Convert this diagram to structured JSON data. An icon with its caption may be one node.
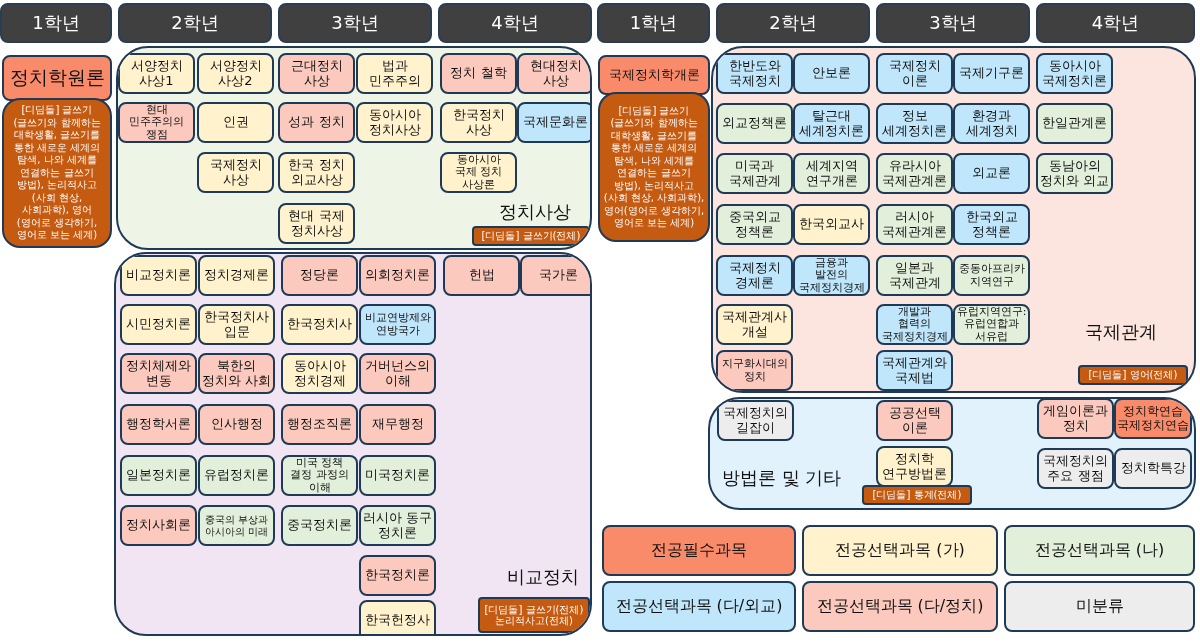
{
  "diagram": {
    "nodes": [
      {
        "text": [
          "1학년"
        ]
      },
      {
        "text": [
          "2학년"
        ]
      },
      {
        "text": [
          "3학년"
        ]
      },
      {
        "text": [
          "4학년"
        ]
      },
      {
        "text": [
          "1학년"
        ]
      },
      {
        "text": [
          "2학년"
        ]
      },
      {
        "text": [
          "3학년"
        ]
      },
      {
        "text": [
          "4학년"
        ]
      },
      {
        "text": [
          "정치학원론"
        ]
      },
      {
        "text": [
          "[디딤돌] 글쓰기(글쓰기와 함께하는 대학생활, 글쓰기를 통한 새로운 세계의 탐색, 나와 세계를 연결하는 글쓰기 방법), 논리적사고(사회 현상, 사회과학), 영어(영어로 생각하기, 영어로 보는 세계)"
        ]
      },
      {
        "text": [
          "정치사상"
        ]
      },
      {
        "text": [
          "서양정치 사상1"
        ],
        "in": 10
      },
      {
        "text": [
          "서양정치 사상2"
        ],
        "in": 10
      },
      {
        "text": [
          "근대정치 사상"
        ],
        "in": 10
      },
      {
        "text": [
          "법과 민주주의"
        ],
        "in": 10
      },
      {
        "text": [
          "정치 철학"
        ],
        "in": 10
      },
      {
        "text": [
          "현대정치 사상"
        ],
        "in": 10
      },
      {
        "text": [
          "현대 민주주의의 쟁점"
        ],
        "in": 10
      },
      {
        "text": [
          "인권"
        ],
        "in": 10
      },
      {
        "text": [
          "성과 정치"
        ],
        "in": 10
      },
      {
        "text": [
          "동아시아 정치사상"
        ],
        "in": 10
      },
      {
        "text": [
          "한국정치 사상"
        ],
        "in": 10
      },
      {
        "text": [
          "국제문화론"
        ],
        "in": 10
      },
      {
        "text": [
          "국제정치 사상"
        ],
        "in": 10
      },
      {
        "text": [
          "한국 정치 외교사상"
        ],
        "in": 10
      },
      {
        "text": [
          "동아시아 국제 정치 사상론"
        ],
        "in": 10
      },
      {
        "text": [
          "현대 국제 정치사상"
        ],
        "in": 10
      },
      {
        "text": [
          "[디딤돌] 글쓰기(전체)"
        ],
        "in": 10
      },
      {
        "text": [
          "비교정치"
        ]
      },
      {
        "text": [
          "비교정치론"
        ],
        "in": 28
      },
      {
        "text": [
          "정치경제론"
        ],
        "in": 28
      },
      {
        "text": [
          "정당론"
        ],
        "in": 28
      },
      {
        "text": [
          "의회정치론"
        ],
        "in": 28
      },
      {
        "text": [
          "헌법"
        ],
        "in": 28
      },
      {
        "text": [
          "국가론"
        ],
        "in": 28
      },
      {
        "text": [
          "시민정치론"
        ],
        "in": 28
      },
      {
        "text": [
          "한국정치사 입문"
        ],
        "in": 28
      },
      {
        "text": [
          "한국정치사"
        ],
        "in": 28
      },
      {
        "text": [
          "비교연방제와 연방국가"
        ],
        "in": 28
      },
      {
        "text": [
          "정치체제와 변동"
        ],
        "in": 28
      },
      {
        "text": [
          "북한의 정치와 사회"
        ],
        "in": 28
      },
      {
        "text": [
          "동아시아 정치경제"
        ],
        "in": 28
      },
      {
        "text": [
          "거버넌스의 이해"
        ],
        "in": 28
      },
      {
        "text": [
          "행정학서론"
        ],
        "in": 28
      },
      {
        "text": [
          "인사행정"
        ],
        "in": 28
      },
      {
        "text": [
          "행정조직론"
        ],
        "in": 28
      },
      {
        "text": [
          "재무행정"
        ],
        "in": 28
      },
      {
        "text": [
          "일본정치론"
        ],
        "in": 28
      },
      {
        "text": [
          "유럽정치론"
        ],
        "in": 28
      },
      {
        "text": [
          "미국 정책 결정 과정의 이해"
        ],
        "in": 28
      },
      {
        "text": [
          "미국정치론"
        ],
        "in": 28
      },
      {
        "text": [
          "정치사회론"
        ],
        "in": 28
      },
      {
        "text": [
          "중국의 부상과 아시아의 미래"
        ],
        "in": 28
      },
      {
        "text": [
          "중국정치론"
        ],
        "in": 28
      },
      {
        "text": [
          "러시아 동구 정치론"
        ],
        "in": 28
      },
      {
        "text": [
          "한국정치론"
        ],
        "in": 28
      },
      {
        "text": [
          "한국헌정사"
        ],
        "in": 28
      },
      {
        "text": [
          "[디딤돌] 글쓰기(전체) 논리적사고(전체)"
        ],
        "in": 28
      },
      {
        "text": [
          "국제정치학개론"
        ]
      },
      {
        "text": [
          "[디딤돌] 글쓰기(글쓰기와 함께하는 대학생활, 글쓰기를 통한 새로운 세계의 탐색, 나와 세계를 연결하는 글쓰기 방법), 논리적사고(사회 현상, 사회과학), 영어(영어로 생각하기, 영어로 보는 세계)"
        ]
      },
      {
        "text": [
          "국제관계"
        ]
      },
      {
        "text": [
          "한반도와 국제정치"
        ],
        "in": 60
      },
      {
        "text": [
          "안보론"
        ],
        "in": 60
      },
      {
        "text": [
          "국제정치 이론"
        ],
        "in": 60
      },
      {
        "text": [
          "국제기구론"
        ],
        "in": 60
      },
      {
        "text": [
          "동아시아 국제정치론"
        ],
        "in": 60
      },
      {
        "text": [
          "외교정책론"
        ],
        "in": 60
      },
      {
        "text": [
          "탈근대 세계정치론"
        ],
        "in": 60
      },
      {
        "text": [
          "정보 세계정치론"
        ],
        "in": 60
      },
      {
        "text": [
          "환경과 세계정치"
        ],
        "in": 60
      },
      {
        "text": [
          "한일관계론"
        ],
        "in": 60
      },
      {
        "text": [
          "미국과 국제관계"
        ],
        "in": 60
      },
      {
        "text": [
          "세계지역 연구개론"
        ],
        "in": 60
      },
      {
        "text": [
          "유라시아 국제관계론"
        ],
        "in": 60
      },
      {
        "text": [
          "외교론"
        ],
        "in": 60
      },
      {
        "text": [
          "동남아의 정치와 외교"
        ],
        "in": 60
      },
      {
        "text": [
          "중국외교 정책론"
        ],
        "in": 60
      },
      {
        "text": [
          "한국외교사"
        ],
        "in": 60
      },
      {
        "text": [
          "러시아 국제관계론"
        ],
        "in": 60
      },
      {
        "text": [
          "한국외교 정책론"
        ],
        "in": 60
      },
      {
        "text": [
          "국제정치 경제론"
        ],
        "in": 60
      },
      {
        "text": [
          "금융과 발전의 국제정치경제"
        ],
        "in": 60
      },
      {
        "text": [
          "일본과 국제관계"
        ],
        "in": 60
      },
      {
        "text": [
          "중동아프리카 지역연구"
        ],
        "in": 60
      },
      {
        "text": [
          "국제관계사 개설"
        ],
        "in": 60
      },
      {
        "text": [
          "개발과 협력의 국제정치경제"
        ],
        "in": 60
      },
      {
        "text": [
          "유럽지역연구: 유럽연합과 서유럽"
        ],
        "in": 60
      },
      {
        "text": [
          "지구화시대의 정치"
        ],
        "in": 60
      },
      {
        "text": [
          "국제관계와 국제법"
        ],
        "in": 60
      },
      {
        "text": [
          "[디딤돌] 영어(전체)"
        ],
        "in": 60
      },
      {
        "text": [
          "방법론 및 기타"
        ]
      },
      {
        "text": [
          "국제정치의 길잡이"
        ],
        "in": 90
      },
      {
        "text": [
          "공공선택 이론"
        ],
        "in": 90
      },
      {
        "text": [
          "게임이론과 정치"
        ],
        "in": 90
      },
      {
        "text": [
          "정치학연습 국제정치연습"
        ],
        "in": 90
      },
      {
        "text": [
          "정치학 연구방법론"
        ],
        "in": 90
      },
      {
        "text": [
          "국제정치의 주요 쟁점"
        ],
        "in": 90
      },
      {
        "text": [
          "정치학특강"
        ],
        "in": 90
      },
      {
        "text": [
          "[디딤돌] 통계(전체)"
        ],
        "in": 90
      }
    ],
    "legend": [
      {
        "text": "전공필수과목",
        "color": "#f98b6a"
      },
      {
        "text": "전공선택과목 (가)",
        "color": "#fff2cc"
      },
      {
        "text": "전공선택과목 (나)",
        "color": "#e2efda"
      },
      {
        "text": "전공선택과목 (다/외교)",
        "color": "#bfe6fb"
      },
      {
        "text": "전공선택과목 (다/정치)",
        "color": "#fbc9bd"
      },
      {
        "text": "미분류",
        "color": "#ededed"
      }
    ]
  }
}
